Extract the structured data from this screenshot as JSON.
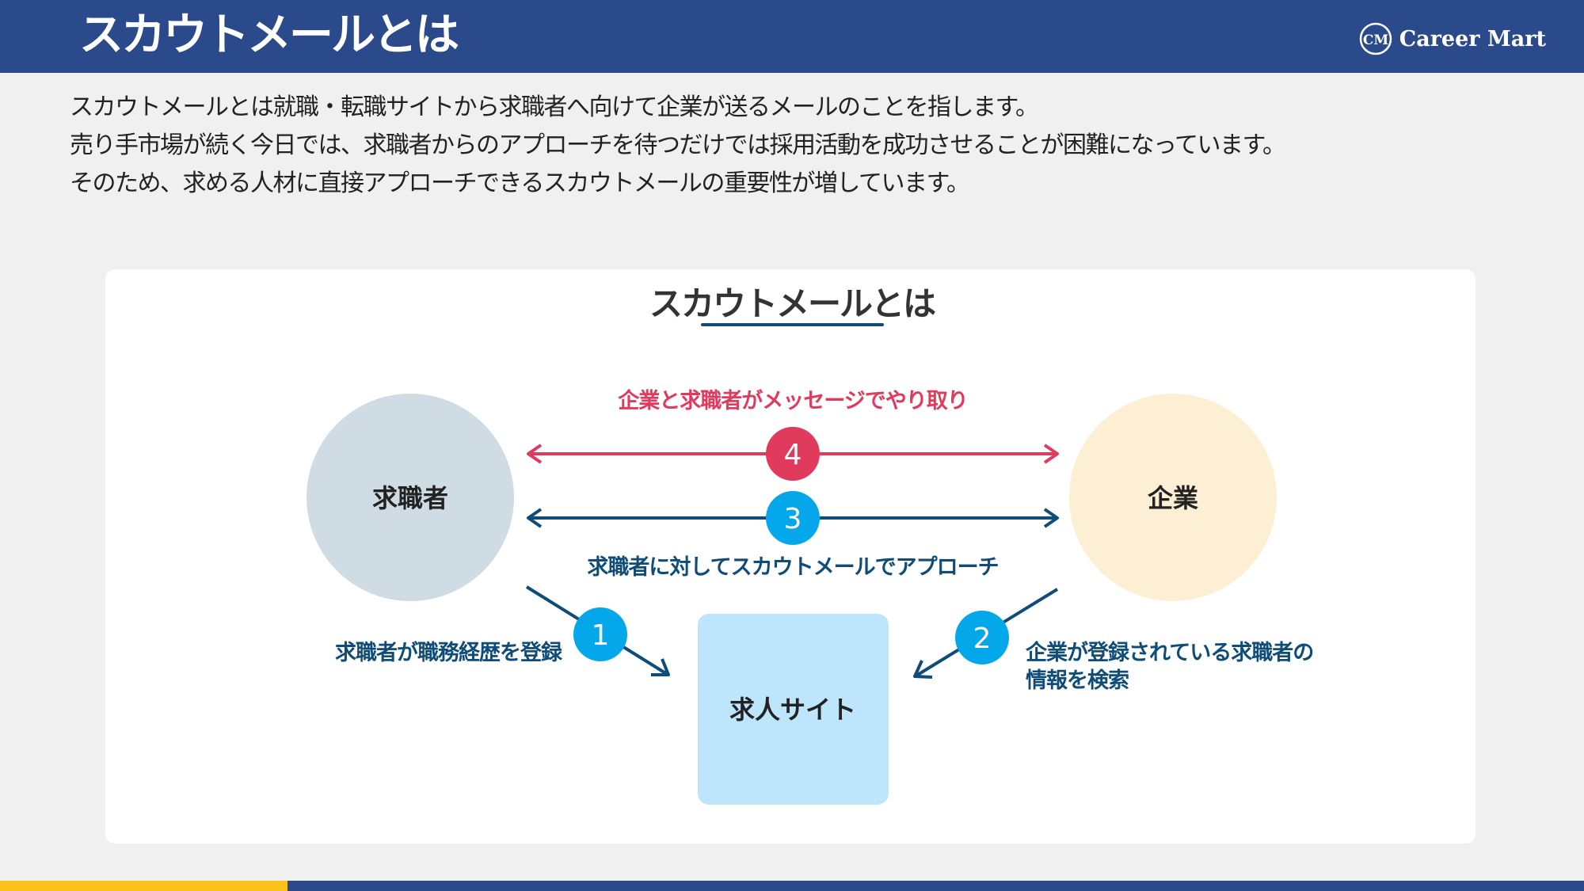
{
  "header": {
    "title": "スカウトメールとは",
    "logo_mark": "CM",
    "logo_text": "Career Mart"
  },
  "intro": {
    "lines": [
      "スカウトメールとは就職・転職サイトから求職者へ向けて企業が送るメールのことを指します。",
      "売り手市場が続く今日では、求職者からのアプローチを待つだけでは採用活動を成功させることが困難になっています。",
      "そのため、求める人材に直接アプローチできるスカウトメールの重要性が増しています。"
    ]
  },
  "diagram": {
    "title": "スカウトメールとは",
    "nodes": {
      "job_seeker": "求職者",
      "company": "企業",
      "job_site": "求人サイト"
    },
    "steps": {
      "step1": {
        "number": "1",
        "label": "求職者が職務経歴を登録"
      },
      "step2": {
        "number": "2",
        "label_line1": "企業が登録されている求職者の",
        "label_line2": "情報を検索"
      },
      "step3": {
        "number": "3",
        "label": "求職者に対してスカウトメールでアプローチ"
      },
      "step4": {
        "number": "4",
        "label": "企業と求職者がメッセージでやり取り"
      }
    }
  },
  "colors": {
    "header_bg": "#2a4a8b",
    "accent_red": "#e03a5c",
    "dark_blue": "#104c78",
    "step_blue": "#04a8ea",
    "seeker_circle": "#d0dce3",
    "company_circle": "#fcefd3",
    "site_box": "#bde5fb",
    "bottom_yellow": "#f8c21a"
  }
}
